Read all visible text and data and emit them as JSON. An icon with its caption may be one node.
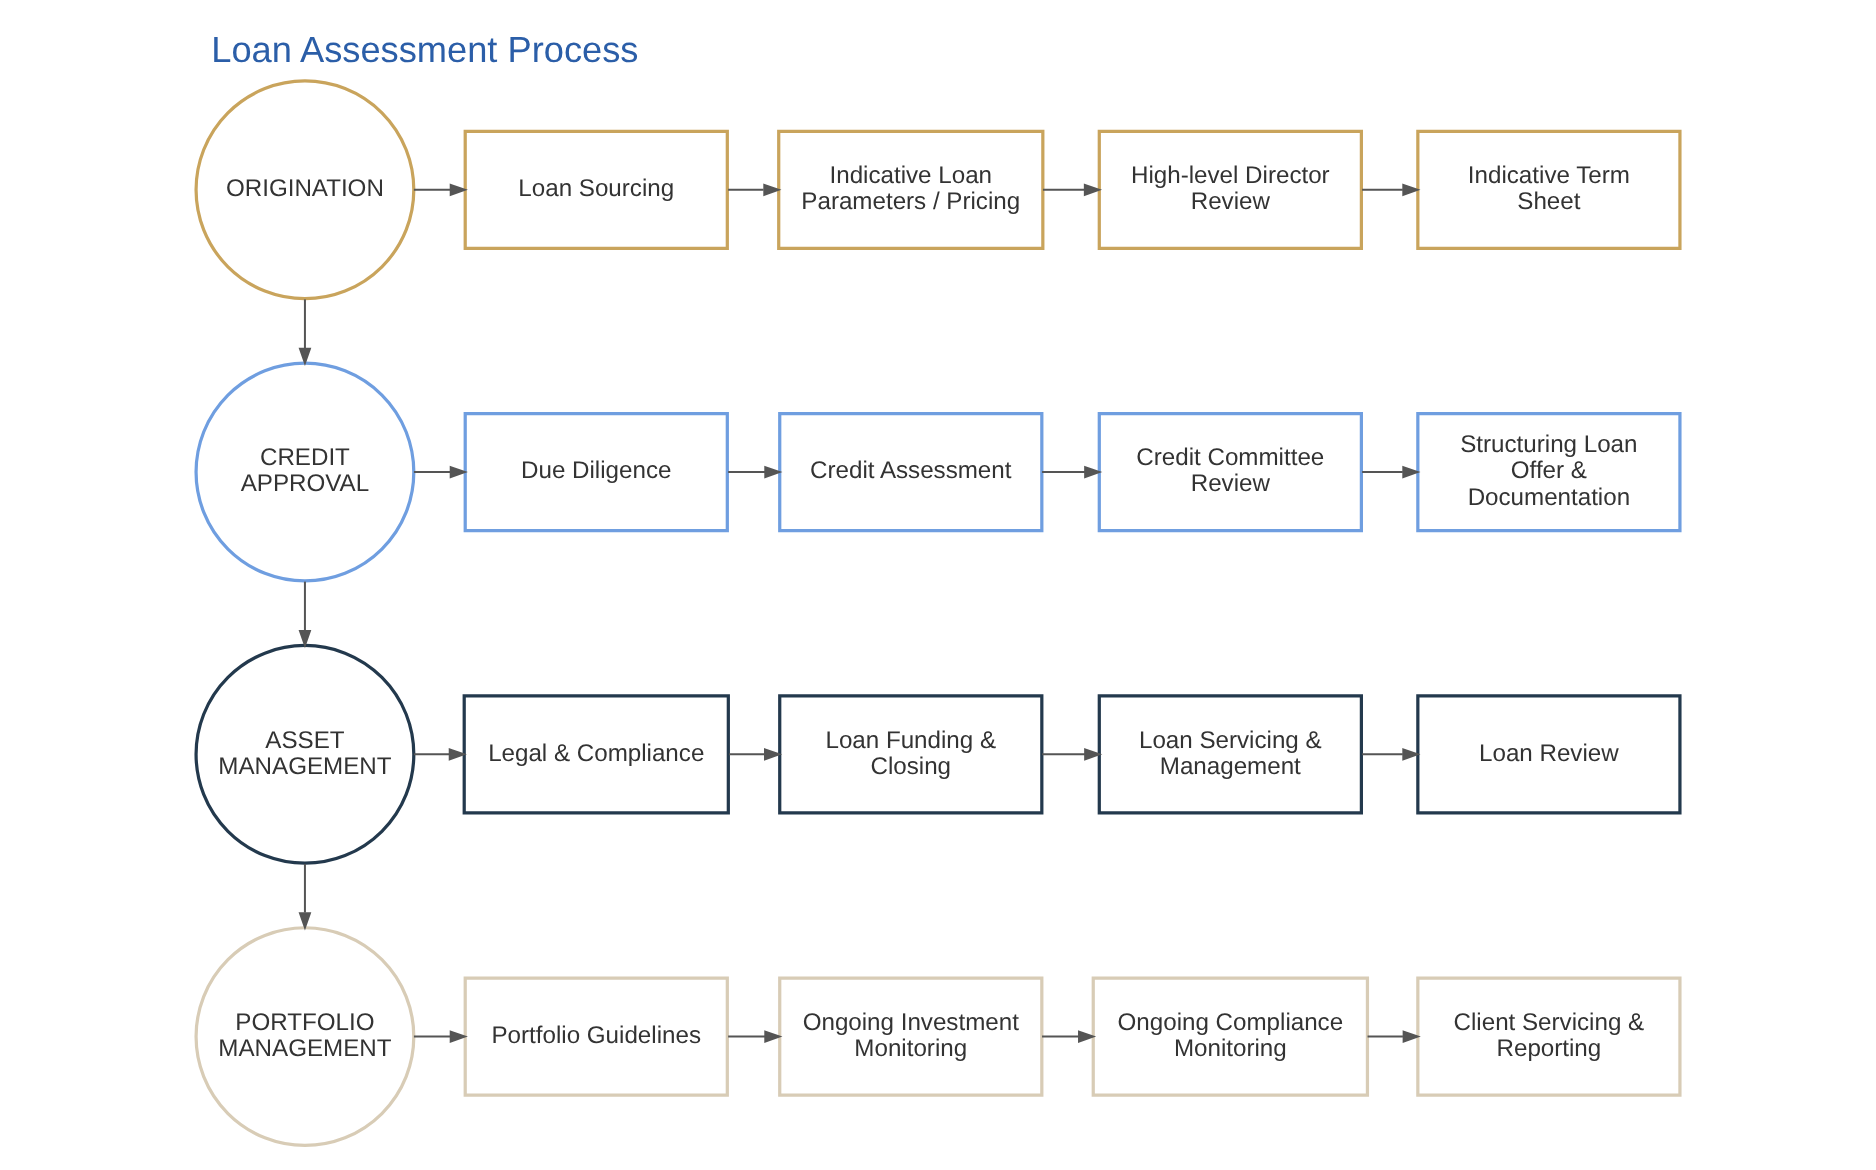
{
  "diagram": {
    "title": "Loan Assessment Process",
    "nodes": [
      {
        "text": [
          "ORIGINATION"
        ]
      },
      {
        "text": [
          "Loan Sourcing"
        ]
      },
      {
        "text": [
          "Indicative Loan Parameters / Pricing"
        ]
      },
      {
        "text": [
          "High-level Director Review"
        ]
      },
      {
        "text": [
          "Indicative Term Sheet"
        ]
      },
      {
        "text": [
          "CREDIT APPROVAL"
        ]
      },
      {
        "text": [
          "Due Diligence"
        ]
      },
      {
        "text": [
          "Credit Assessment"
        ]
      },
      {
        "text": [
          "Credit Committee Review"
        ]
      },
      {
        "text": [
          "Structuring Loan Offer & Documentation"
        ]
      },
      {
        "text": [
          "ASSET MANAGEMENT"
        ]
      },
      {
        "text": [
          "Legal & Compliance"
        ]
      },
      {
        "text": [
          "Loan Funding & Closing"
        ]
      },
      {
        "text": [
          "Loan Servicing & Management"
        ]
      },
      {
        "text": [
          "Loan Review"
        ]
      },
      {
        "text": [
          "PORTFOLIO MANAGEMENT"
        ]
      },
      {
        "text": [
          "Portfolio Guidelines"
        ]
      },
      {
        "text": [
          "Ongoing Investment Monitoring"
        ]
      },
      {
        "text": [
          "Ongoing Compliance Monitoring"
        ]
      },
      {
        "text": [
          "Client Servicing & Reporting"
        ]
      }
    ],
    "edges": [
      {
        "from": 0,
        "to": 1,
        "arrow": "to"
      },
      {
        "from": 1,
        "to": 2,
        "arrow": "to"
      },
      {
        "from": 2,
        "to": 3,
        "arrow": "to"
      },
      {
        "from": 3,
        "to": 4,
        "arrow": "to"
      },
      {
        "from": 0,
        "to": 5,
        "arrow": "to"
      },
      {
        "from": 5,
        "to": 6,
        "arrow": "to"
      },
      {
        "from": 6,
        "to": 7,
        "arrow": "to"
      },
      {
        "from": 7,
        "to": 8,
        "arrow": "to"
      },
      {
        "from": 8,
        "to": 9,
        "arrow": "to"
      },
      {
        "from": 5,
        "to": 10,
        "arrow": "to"
      },
      {
        "from": 10,
        "to": 11,
        "arrow": "to"
      },
      {
        "from": 11,
        "to": 12,
        "arrow": "to"
      },
      {
        "from": 12,
        "to": 13,
        "arrow": "to"
      },
      {
        "from": 13,
        "to": 14,
        "arrow": "to"
      },
      {
        "from": 10,
        "to": 15,
        "arrow": "to"
      },
      {
        "from": 15,
        "to": 16,
        "arrow": "to"
      },
      {
        "from": 16,
        "to": 17,
        "arrow": "to"
      },
      {
        "from": 17,
        "to": 18,
        "arrow": "to"
      },
      {
        "from": 18,
        "to": 19,
        "arrow": "to"
      }
    ]
  }
}
